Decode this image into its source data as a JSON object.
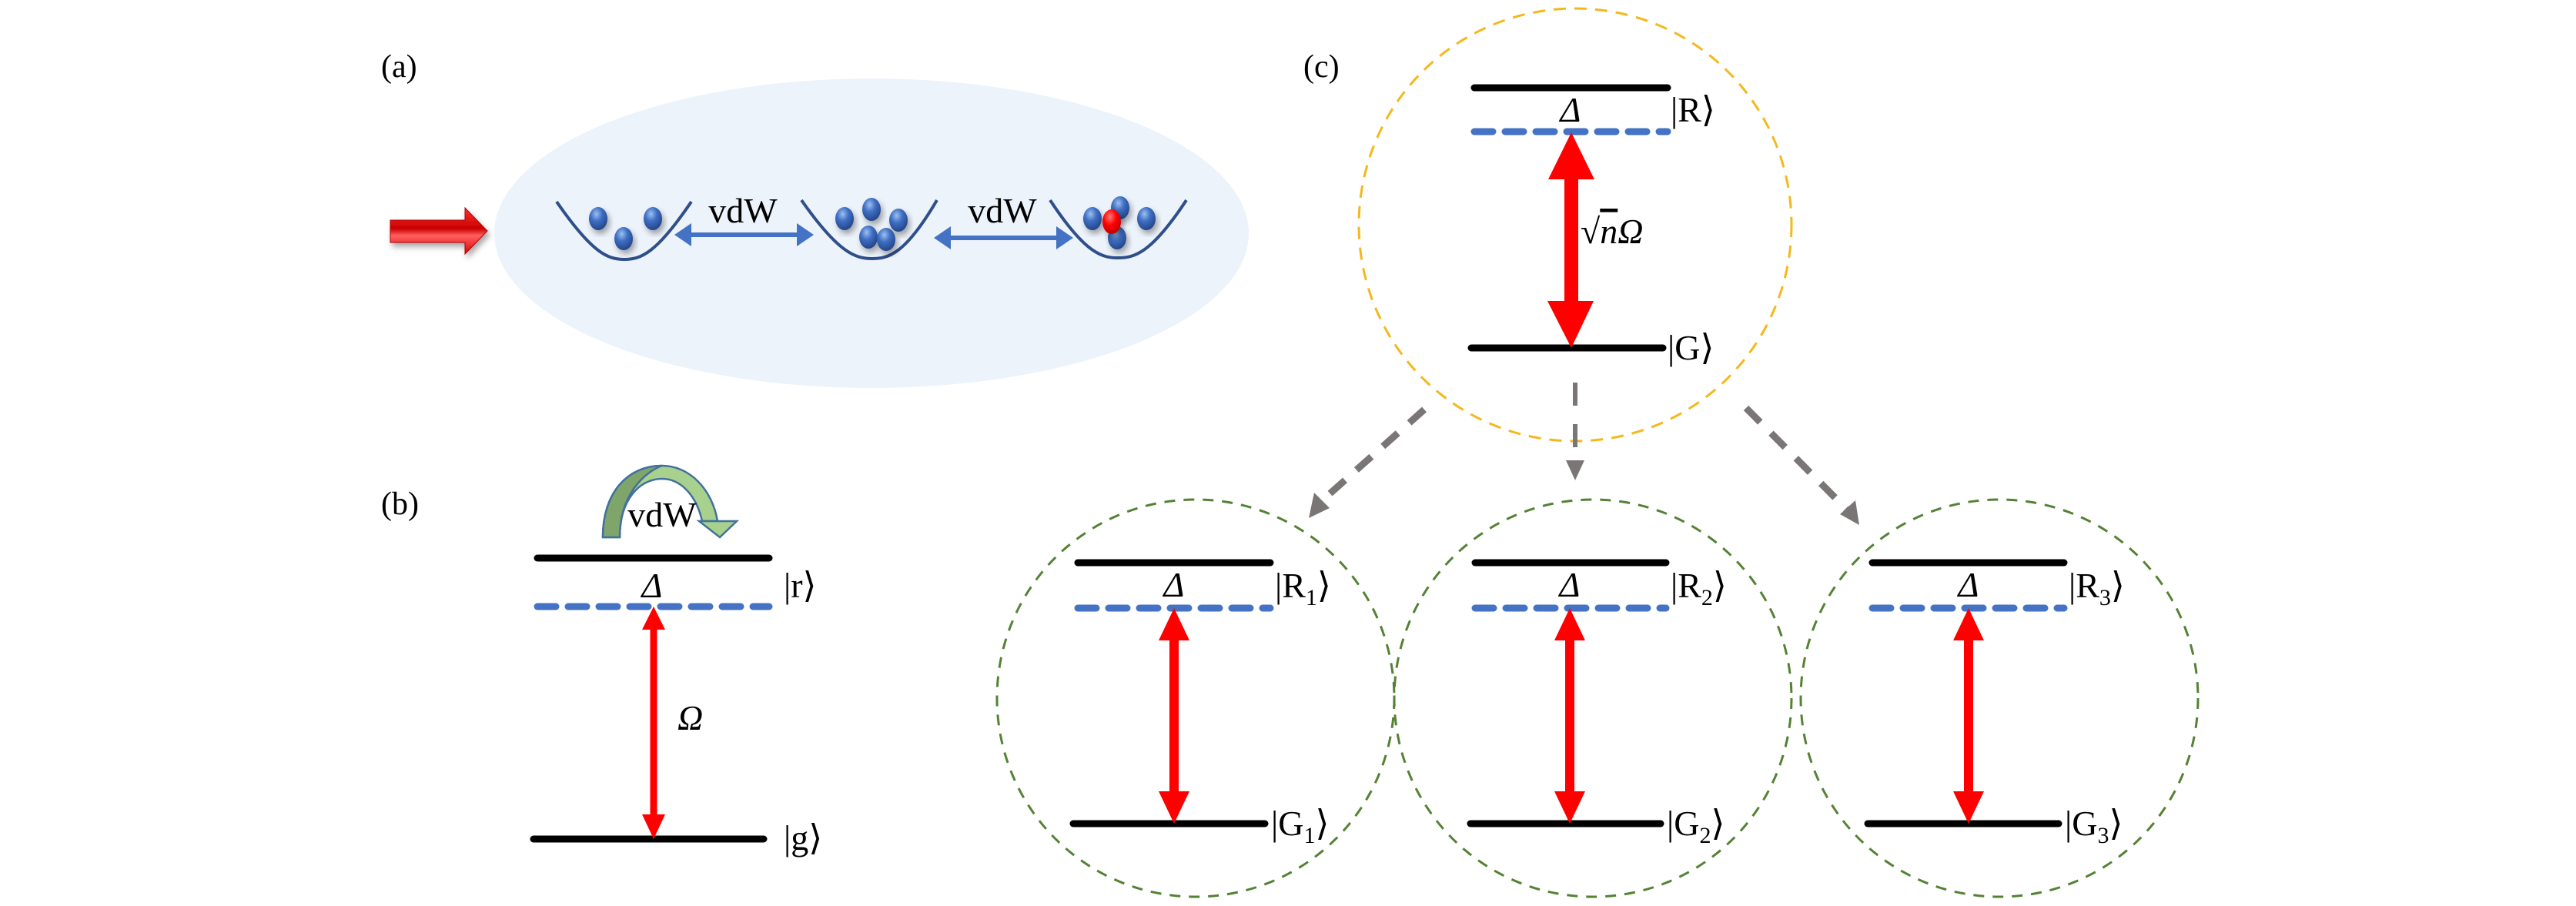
{
  "figure": {
    "panels": {
      "a": {
        "label": "(a)",
        "interaction_labels": [
          "vdW",
          "vdW"
        ],
        "wells": [
          {
            "name": "well-1",
            "atoms": [
              "ground",
              "ground",
              "ground"
            ]
          },
          {
            "name": "well-2",
            "atoms": [
              "ground",
              "ground",
              "ground",
              "ground",
              "ground"
            ]
          },
          {
            "name": "well-3",
            "atoms": [
              "ground",
              "ground",
              "ground",
              "ground",
              "excited"
            ]
          }
        ],
        "incoming_arrow": "red-right-arrow-icon"
      },
      "b": {
        "label": "(b)",
        "interaction_label": "vdW",
        "detuning_label": "Δ",
        "coupling_label": "Ω",
        "upper_state": "|r⟩",
        "lower_state": "|g⟩"
      },
      "c": {
        "label": "(c)",
        "collective": {
          "detuning_label": "Δ",
          "coupling_label_sqrt": "√",
          "coupling_label_n": "n",
          "coupling_label_omega": "Ω",
          "upper_state": {
            "prefix": "|R",
            "sub": "",
            "suffix": "⟩"
          },
          "lower_state": {
            "prefix": "|G",
            "sub": "",
            "suffix": "⟩"
          }
        },
        "subsystems": [
          {
            "detuning_label": "Δ",
            "upper_state": {
              "prefix": "|R",
              "sub": "1",
              "suffix": "⟩"
            },
            "lower_state": {
              "prefix": "|G",
              "sub": "1",
              "suffix": "⟩"
            }
          },
          {
            "detuning_label": "Δ",
            "upper_state": {
              "prefix": "|R",
              "sub": "2",
              "suffix": "⟩"
            },
            "lower_state": {
              "prefix": "|G",
              "sub": "2",
              "suffix": "⟩"
            }
          },
          {
            "detuning_label": "Δ",
            "upper_state": {
              "prefix": "|R",
              "sub": "3",
              "suffix": "⟩"
            },
            "lower_state": {
              "prefix": "|G",
              "sub": "3",
              "suffix": "⟩"
            }
          }
        ]
      }
    },
    "colors": {
      "cloud_fill": "#edf3fb",
      "well_stroke": "#2f4f8a",
      "atom_ground": "#3f6fc4",
      "atom_excited": "#ff0000",
      "vdw_arrow": "#4472c4",
      "level_line": "#000000",
      "virtual_level": "#4472c4",
      "laser_arrow": "#ff0000",
      "collective_circle": "#f5b81c",
      "sub_circle": "#548235",
      "branch_arrow": "#7a7676",
      "curved_arrow_dark": "#7fa56a",
      "curved_arrow_light": "#a9d18e",
      "curved_arrow_stroke": "#41719c",
      "incoming_arrow": "#e00000"
    }
  }
}
